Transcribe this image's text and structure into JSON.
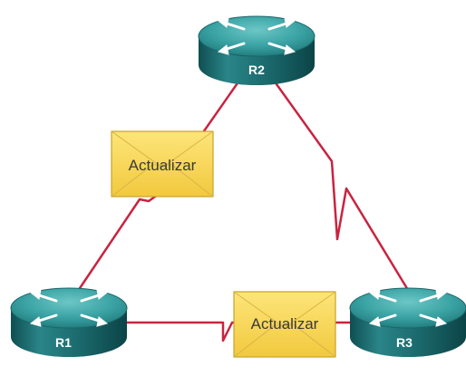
{
  "diagram": {
    "routers": [
      {
        "id": "r1",
        "label": "R1"
      },
      {
        "id": "r2",
        "label": "R2"
      },
      {
        "id": "r3",
        "label": "R3"
      }
    ],
    "links": [
      {
        "id": "r2-r1",
        "from": "R2",
        "to": "R1",
        "type": "serial"
      },
      {
        "id": "r2-r3",
        "from": "R2",
        "to": "R3",
        "type": "serial"
      },
      {
        "id": "r1-r3",
        "from": "R1",
        "to": "R3",
        "type": "serial"
      }
    ],
    "messages": [
      {
        "id": "update-r2-r1",
        "label": "Actualizar"
      },
      {
        "id": "update-r1-r3",
        "label": "Actualizar"
      }
    ],
    "colors": {
      "link": "#c8243f",
      "router_top": "#3fa7a7",
      "router_side": "#1d6b6e",
      "router_text": "#ffffff",
      "envelope_fill": "#f7d858",
      "envelope_stroke": "#c9a22a"
    }
  }
}
